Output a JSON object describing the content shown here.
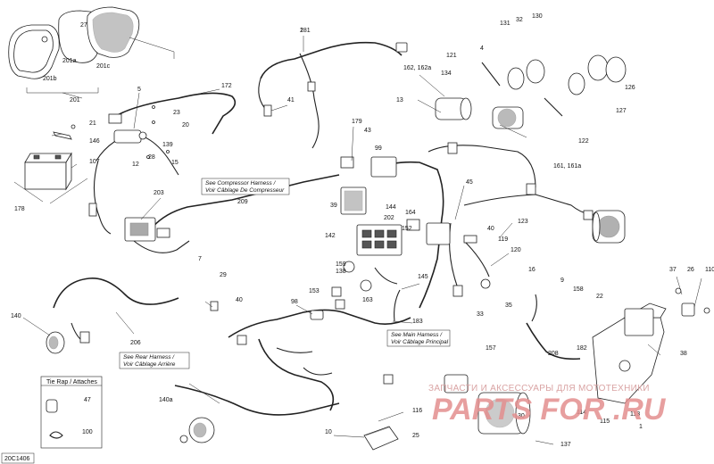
{
  "diagram_code": "20C1406",
  "notes": {
    "compressor": [
      "See Compressor Harness /",
      "Voir Câblage De Compresseur"
    ],
    "rear": [
      "See Rear Harness /",
      "Voir Câblage Arrière"
    ],
    "main": [
      "See Main Harness /",
      "Voir Câblage Principal"
    ]
  },
  "legend": {
    "title": "Tie Rap / Attaches",
    "items": [
      "47",
      "100"
    ]
  },
  "watermark": {
    "line1": "ЗАПЧАСТИ И АКСЕССУАРЫ ДЛЯ МОТОТЕХНИКИ",
    "logo": "PARTS FOR .RU"
  },
  "callouts": [
    "181",
    "172",
    "5",
    "41",
    "23",
    "20",
    "139",
    "15",
    "12",
    "28",
    "21",
    "146",
    "107",
    "178",
    "201",
    "201a",
    "201b",
    "201c",
    "27",
    "203",
    "209",
    "7",
    "29",
    "40",
    "98",
    "206",
    "140",
    "140a",
    "179",
    "43",
    "99",
    "39",
    "144",
    "142",
    "202",
    "164",
    "152",
    "159",
    "138",
    "153",
    "163",
    "145",
    "183",
    "45",
    "123",
    "40",
    "119",
    "120",
    "33",
    "162, 162a",
    "121",
    "134",
    "13",
    "131",
    "32",
    "130",
    "4",
    "126",
    "127",
    "122",
    "161, 161a",
    "16",
    "9",
    "158",
    "35",
    "157",
    "208",
    "182",
    "22",
    "26",
    "110",
    "37",
    "38",
    "113",
    "114",
    "115",
    "116",
    "10",
    "25",
    "137",
    "30",
    "1",
    "2"
  ],
  "colors": {
    "line": "#222222",
    "background": "#ffffff",
    "watermark": "#e38f8f"
  }
}
